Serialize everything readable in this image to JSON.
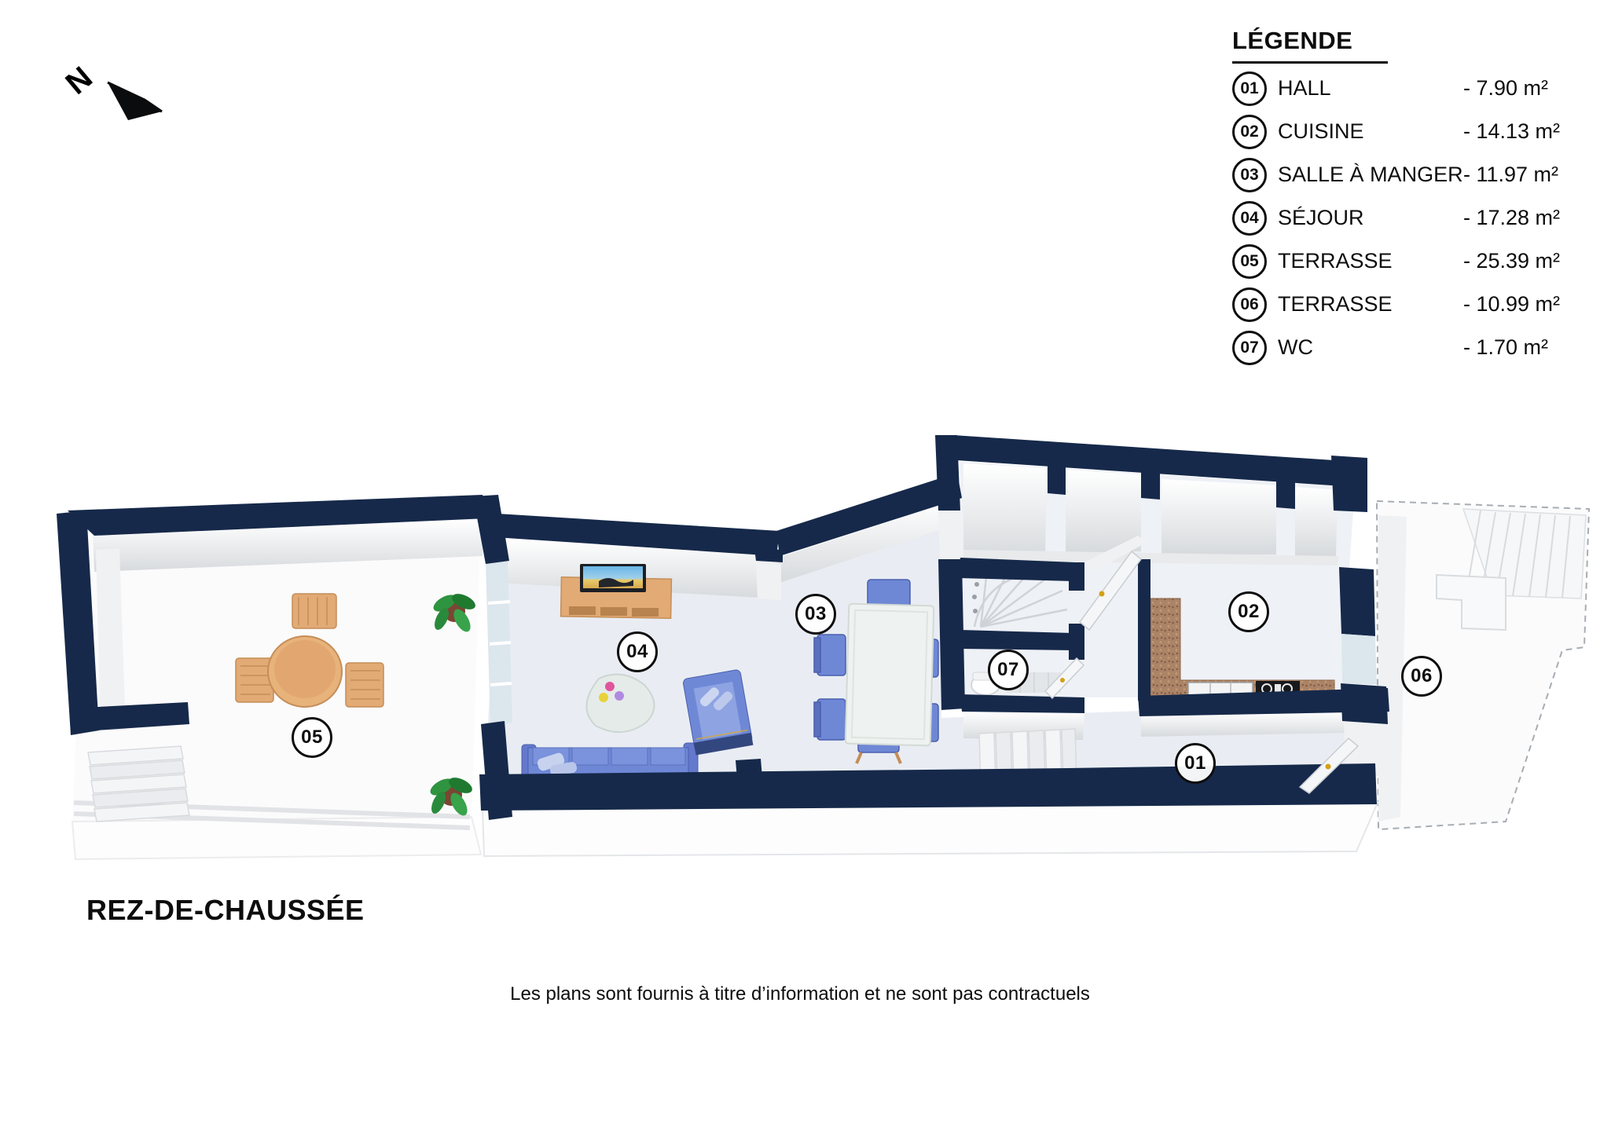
{
  "page": {
    "floor_title": "REZ-DE-CHAUSSÉE",
    "disclaimer": "Les plans sont fournis à titre d’information et ne sont pas contractuels",
    "north_letter": "N"
  },
  "legend": {
    "title": "LÉGENDE",
    "items": [
      {
        "num": "01",
        "name": "HALL",
        "area": "- 7.90 m²"
      },
      {
        "num": "02",
        "name": "CUISINE",
        "area": "- 14.13 m²"
      },
      {
        "num": "03",
        "name": "SALLE À MANGER",
        "area": "- 11.97 m²"
      },
      {
        "num": "04",
        "name": "SÉJOUR",
        "area": "- 17.28 m²"
      },
      {
        "num": "05",
        "name": "TERRASSE",
        "area": "- 25.39 m²"
      },
      {
        "num": "06",
        "name": "TERRASSE",
        "area": "- 10.99 m²"
      },
      {
        "num": "07",
        "name": "WC",
        "area": "- 1.70 m²"
      }
    ]
  },
  "plan": {
    "room_labels": [
      {
        "num": "01",
        "room": "HALL"
      },
      {
        "num": "02",
        "room": "CUISINE"
      },
      {
        "num": "03",
        "room": "SALLE À MANGER"
      },
      {
        "num": "04",
        "room": "SÉJOUR"
      },
      {
        "num": "05",
        "room": "TERRASSE"
      },
      {
        "num": "06",
        "room": "TERRASSE"
      },
      {
        "num": "07",
        "room": "WC"
      }
    ]
  },
  "colors": {
    "wall_navy": "#16294a",
    "floor_gray_blue": "#e9edf3",
    "terrace_white": "#fbfbfc",
    "wood_tan": "#e2aa74",
    "furniture_blue": "#6f88d6",
    "counter_brown": "#a97f5e",
    "plant_green": "#2f9440"
  }
}
